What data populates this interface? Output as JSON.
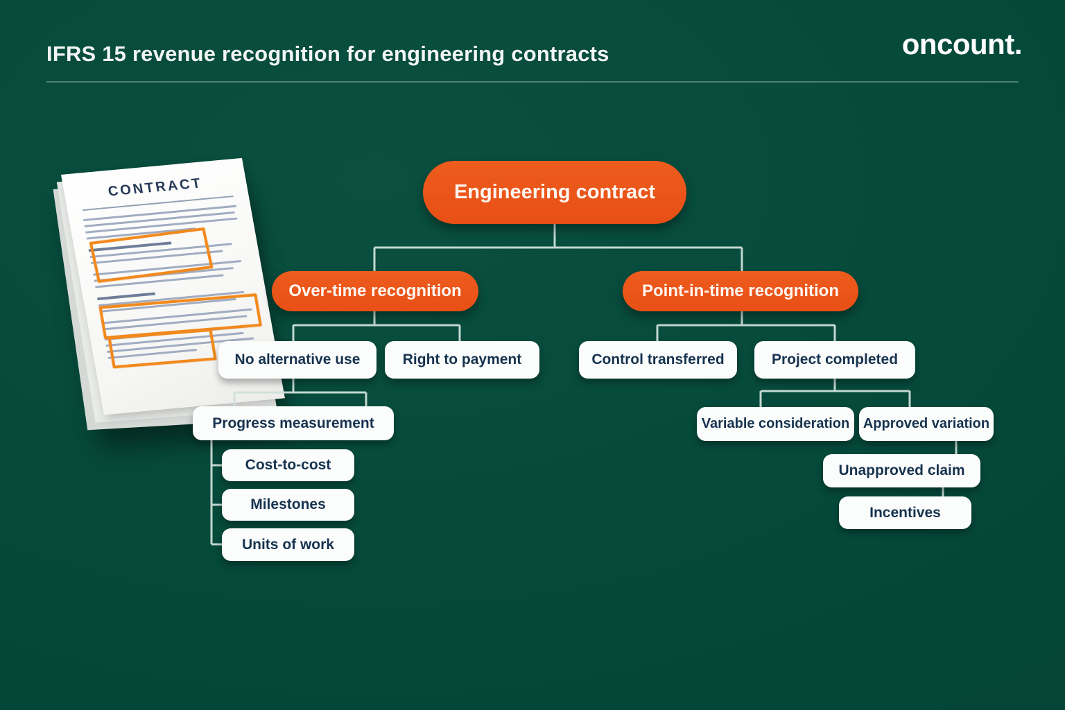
{
  "header": {
    "title": "IFRS 15 revenue recognition for engineering contracts",
    "brand": "oncount."
  },
  "document": {
    "title": "CONTRACT"
  },
  "flowchart": {
    "root": {
      "label": "Engineering contract"
    },
    "branches": [
      {
        "label": "Over-time recognition",
        "children": [
          {
            "label": "No alternative use",
            "children": [
              {
                "label": "Progress measurement",
                "children": [
                  {
                    "label": "Cost-to-cost"
                  },
                  {
                    "label": "Milestones"
                  },
                  {
                    "label": "Units of work"
                  }
                ]
              }
            ]
          },
          {
            "label": "Right to payment"
          }
        ]
      },
      {
        "label": "Point-in-time recognition",
        "children": [
          {
            "label": "Control transferred"
          },
          {
            "label": "Project completed",
            "children": [
              {
                "label": "Variable consideration"
              },
              {
                "label": "Approved variation",
                "children": [
                  {
                    "label": "Unapproved claim",
                    "children": [
                      {
                        "label": "Incentives"
                      }
                    ]
                  }
                ]
              }
            ]
          }
        ]
      }
    ]
  },
  "colors": {
    "background": "#05493A",
    "node_orange": "#E95118",
    "highlight_orange": "#F2891C",
    "node_box_bg": "#FBFCFC",
    "node_text": "#16334F",
    "connector": "#CDDFD8",
    "header_text": "#FFFFFF"
  }
}
